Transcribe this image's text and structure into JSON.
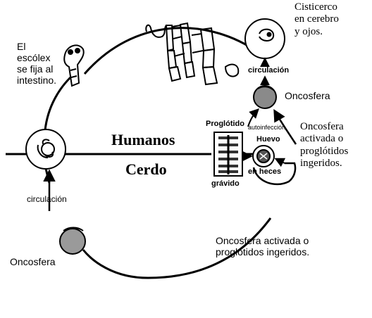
{
  "colors": {
    "ink": "#000000",
    "paper": "#ffffff"
  },
  "hosts": {
    "top": "Humanos",
    "bottom": "Cerdo"
  },
  "labels": {
    "escolex": "El\nescólex\nse fija al\nintestino.",
    "cisticerco": "Cisticerco\nen cerebro\ny ojos.",
    "circulacion_right": "circulación",
    "oncosfera_right": "Oncosfera",
    "oncosfera_activada_right": "Oncosfera\nactivada o\nproglótidos\ningeridos.",
    "autoinfeccion": "autoinfección",
    "huevo": "Huevo",
    "en_heces": "en heces",
    "proglotido": "Proglótido",
    "gravido": "grávido",
    "circulacion_left": "circulación",
    "oncosfera_left": "Oncosfera",
    "oncosfera_activada_bottom": "Oncosfera activada o\nproglótidos ingeridos."
  },
  "icons": [
    "adult-tapeworm-icon",
    "scolex-icon",
    "cysticercus-left-icon",
    "cysticercus-top-right-icon",
    "oncosphere-right-icon",
    "oncosphere-left-icon",
    "egg-icon",
    "gravid-proglottid-icon"
  ]
}
